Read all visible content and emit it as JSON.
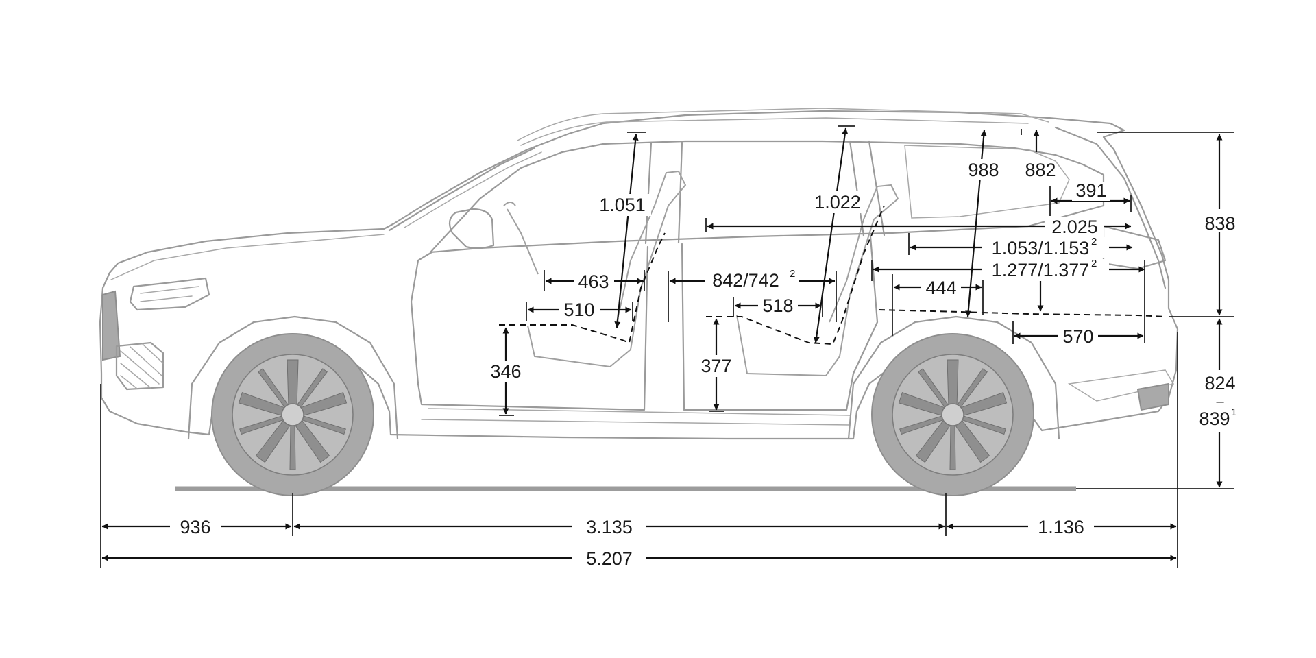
{
  "diagram": {
    "labels": {
      "front_overhang": "936",
      "wheelbase": "3.135",
      "rear_overhang": "1.136",
      "overall_length": "5.207",
      "rear_height_upper": "838",
      "rear_height_lower_a": "824",
      "rear_height_lower_sep": "–",
      "rear_height_lower_b": "839",
      "rear_height_lower_b_sup": "1",
      "headroom_row1": "1.051",
      "headroom_row2": "1.022",
      "headroom_row3": "988",
      "headroom_cargo": "882",
      "legroom_row1_top": "463",
      "legroom_row1_bottom": "510",
      "legroom_row2_top": "842/742",
      "legroom_row2_top_sup": "2",
      "legroom_row2_bottom": "518",
      "seat_height_row1": "346",
      "seat_height_row2": "377",
      "cargo_391": "391",
      "cargo_length_max": "2.025",
      "cargo_length_a": "1.053/1.153",
      "cargo_length_a_sup": "2",
      "cargo_length_b": "1.277/1.377",
      "cargo_length_b_sup": "2",
      "cargo_444": "444",
      "cargo_570": "570"
    }
  }
}
